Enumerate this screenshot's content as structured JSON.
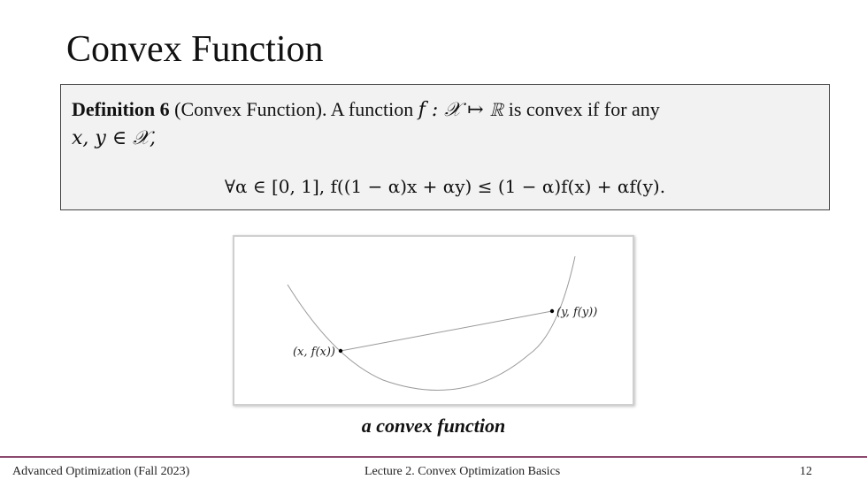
{
  "slide": {
    "title": "Convex Function"
  },
  "definition": {
    "label": "Definition 6",
    "name": "(Convex Function).",
    "text_a": "A function",
    "math_sig": "f : 𝒳 ↦ ℝ",
    "text_b": "is convex if for any",
    "math_vars": "x, y ∈ 𝒳,",
    "formula": "∀α ∈ [0, 1],    f((1 − α)x + αy) ≤ (1 − α)f(x) + αf(y)."
  },
  "figure": {
    "point_x_label": "(x, f(x))",
    "point_y_label": "(y, f(y))",
    "caption": "a convex function"
  },
  "footer": {
    "course": "Advanced Optimization (Fall 2023)",
    "lecture": "Lecture 2. Convex Optimization Basics",
    "page": "12"
  }
}
